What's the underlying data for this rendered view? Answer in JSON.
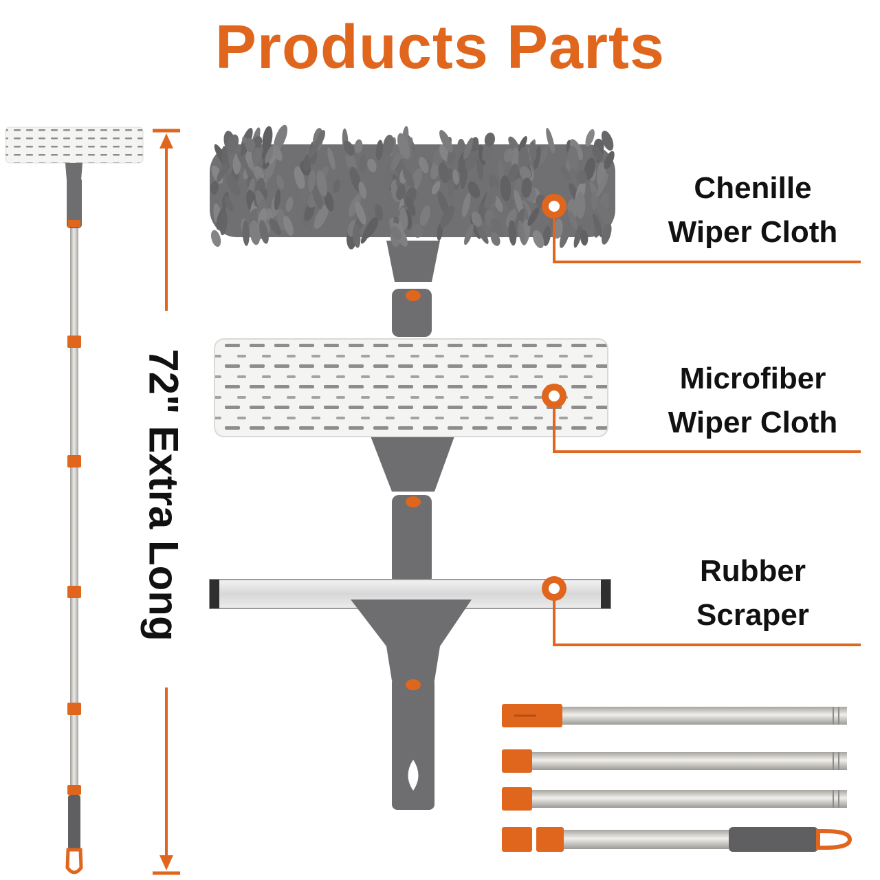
{
  "title": "Products Parts",
  "length_label": "72\" Extra Long",
  "parts": [
    {
      "line1": "Chenille",
      "line2": "Wiper Cloth"
    },
    {
      "line1": "Microfiber",
      "line2": "Wiper Cloth"
    },
    {
      "line1": "Rubber",
      "line2": "Scraper"
    }
  ],
  "colors": {
    "accent": "#E0661E",
    "text": "#111111",
    "handle_grey": "#6E6E70",
    "chenille_grey": "#707072",
    "pole_silver": "#C9C6C1"
  },
  "pole_segments_shown": 4
}
